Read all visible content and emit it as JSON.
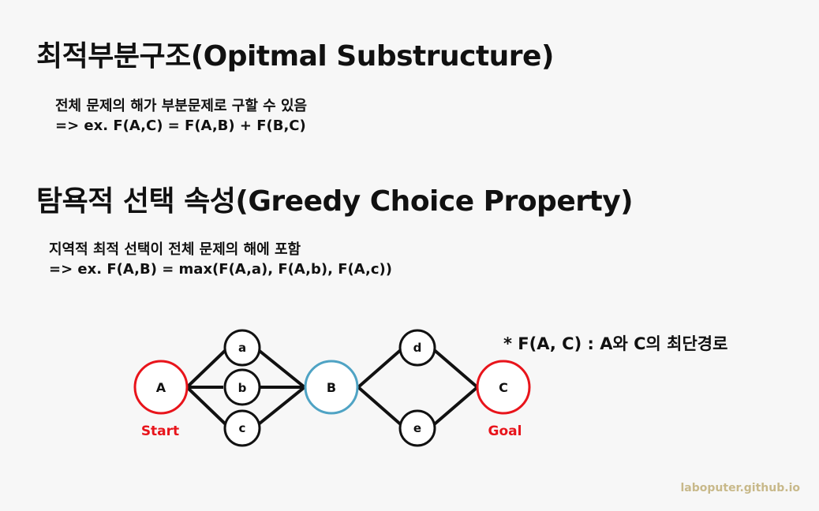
{
  "section1": {
    "title": "최적부분구조(Opitmal Substructure)",
    "line1": "전체 문제의 해가 부분문제로 구할 수 있음",
    "line2": "=> ex. F(A,C) = F(A,B) + F(B,C)"
  },
  "section2": {
    "title": "탐욕적 선택 속성(Greedy Choice Property)",
    "line1": "지역적 최적 선택이 전체 문제의 해에 포함",
    "line2": "=> ex. F(A,B) = max(F(A,a), F(A,b), F(A,c))"
  },
  "diagram": {
    "nodes": {
      "A": "A",
      "a": "a",
      "b": "b",
      "c": "c",
      "B": "B",
      "d": "d",
      "e": "e",
      "C": "C"
    },
    "start_label": "Start",
    "goal_label": "Goal",
    "note": "* F(A, C) : A와 C의 최단경로",
    "colors": {
      "start_goal": "#e8141b",
      "middle": "#4fa3c4",
      "default": "#111111"
    }
  },
  "footer": "laboputer.github.io"
}
